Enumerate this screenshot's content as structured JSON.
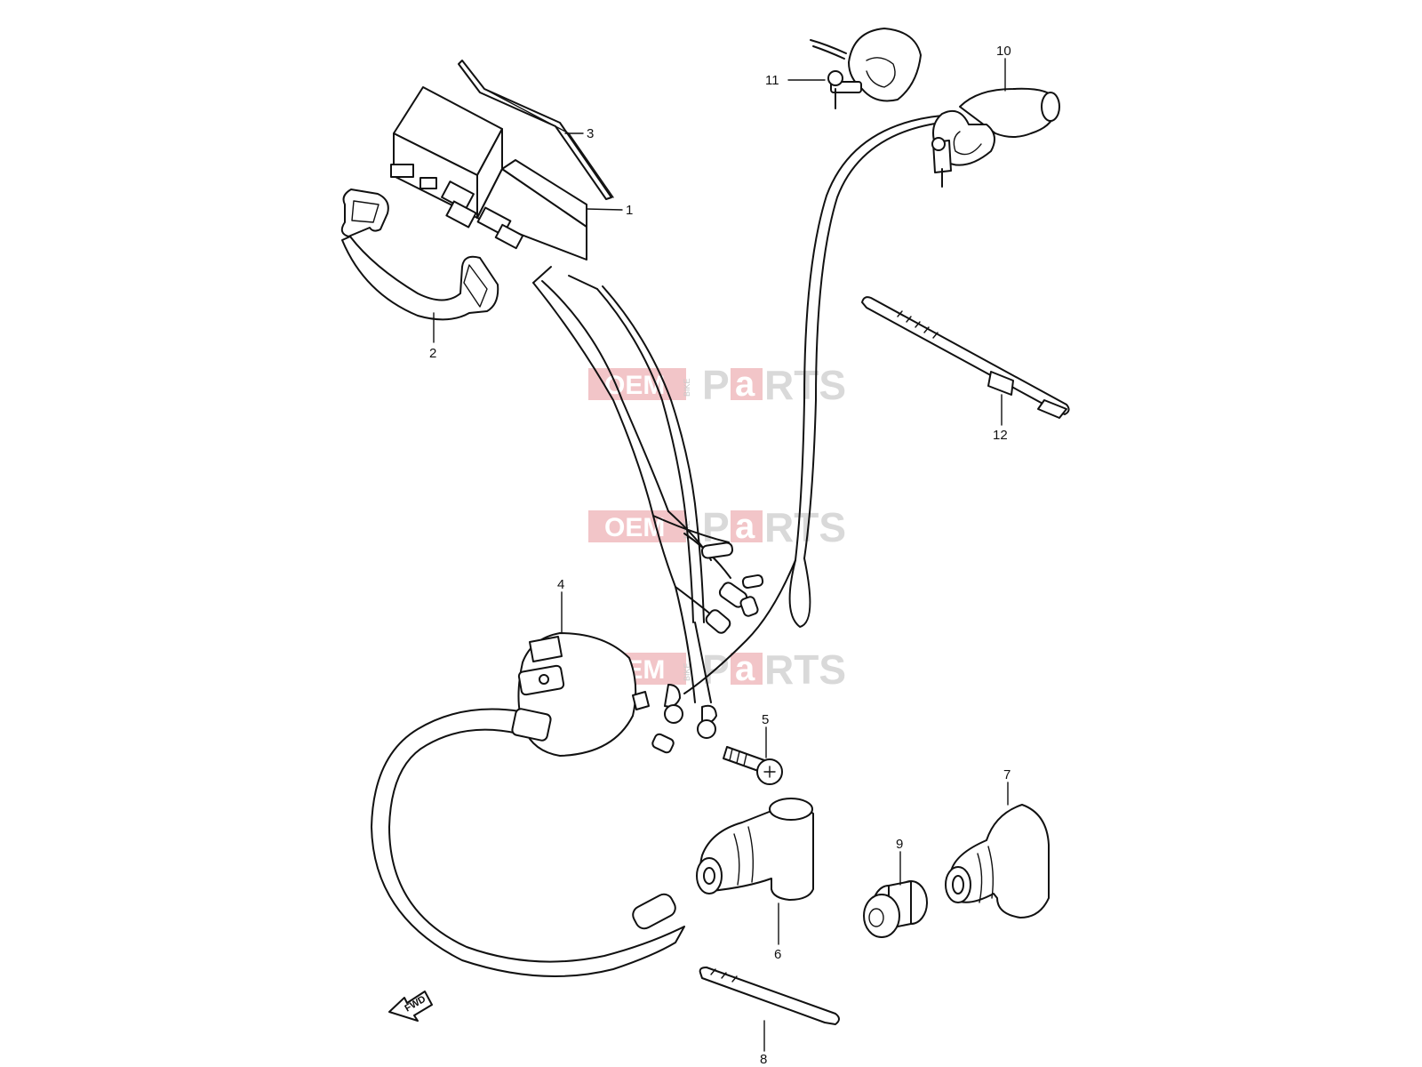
{
  "callouts": [
    {
      "id": "1",
      "label": "1"
    },
    {
      "id": "2",
      "label": "2"
    },
    {
      "id": "3",
      "label": "3"
    },
    {
      "id": "4",
      "label": "4"
    },
    {
      "id": "5",
      "label": "5"
    },
    {
      "id": "6",
      "label": "6"
    },
    {
      "id": "7",
      "label": "7"
    },
    {
      "id": "8",
      "label": "8"
    },
    {
      "id": "9",
      "label": "9"
    },
    {
      "id": "10",
      "label": "10"
    },
    {
      "id": "11",
      "label": "11"
    },
    {
      "id": "12",
      "label": "12"
    }
  ],
  "watermark": {
    "oem": "OEM",
    "bike": "BIKE",
    "parts_p": "P",
    "parts_a": "a",
    "parts_rts": "RTS"
  },
  "direction_arrow": {
    "label": "FWD"
  },
  "colors": {
    "line": "#111111",
    "watermark": "#e8969a",
    "background": "#ffffff"
  }
}
